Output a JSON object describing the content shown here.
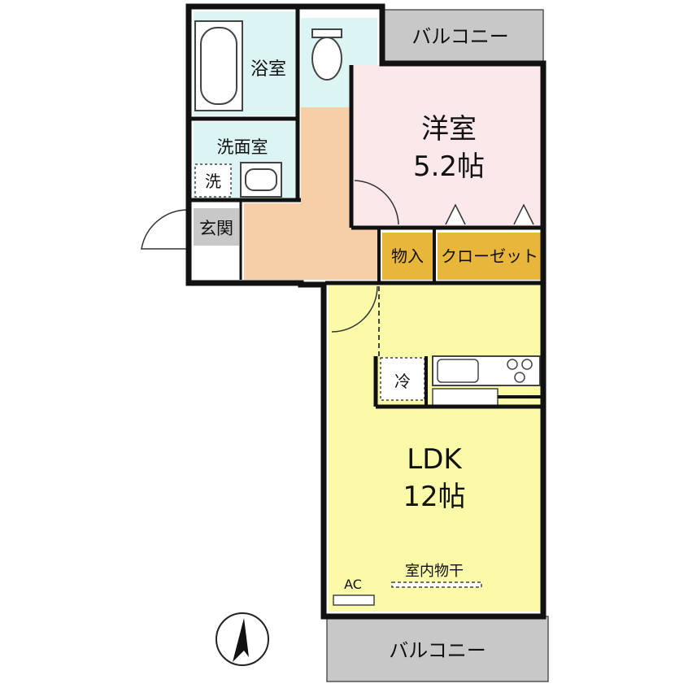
{
  "rooms": {
    "balcony_top": "バルコニー",
    "bathroom": "浴室",
    "washroom": "洗面室",
    "washer": "洗",
    "entrance": "玄関",
    "western_room": {
      "name": "洋室",
      "size": "5.2帖"
    },
    "storage": "物入",
    "closet": "クローゼット",
    "fridge": "冷",
    "ldk": {
      "name": "LDK",
      "size": "12帖"
    },
    "indoor_drying": "室内物干",
    "ac": "AC",
    "balcony_bottom": "バルコニー"
  },
  "colors": {
    "balcony": "#c8c8c8",
    "bath": "#dcf4f4",
    "western_room": "#fbe8ea",
    "hallway": "#f6cfa8",
    "storage": "#e9b63c",
    "ldk": "#fafaa8",
    "wall": "#111111"
  }
}
